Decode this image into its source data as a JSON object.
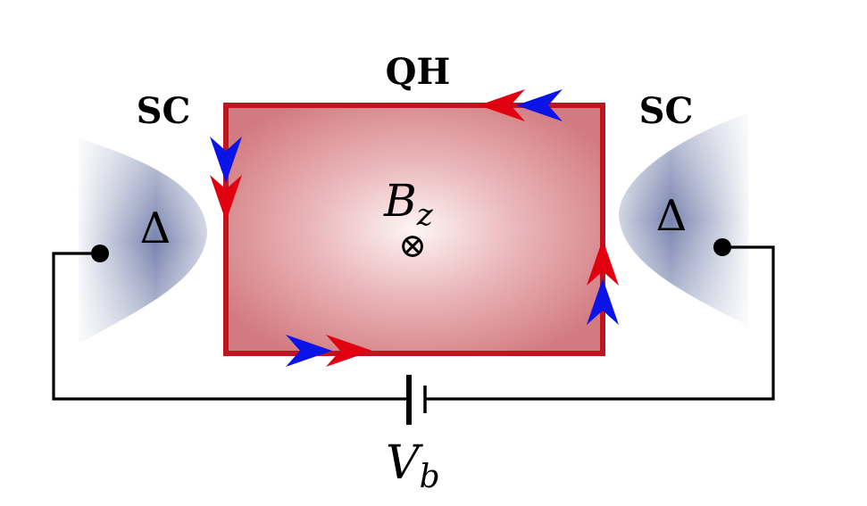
{
  "labels": {
    "qh": "QH",
    "sc_left": "SC",
    "sc_right": "SC",
    "field": "B",
    "field_sub": "z",
    "field_dir": "⊗",
    "gap_left": "Δ",
    "gap_right": "Δ",
    "voltage": "V",
    "voltage_sub": "b"
  },
  "colors": {
    "qh_border": "#c0141f",
    "qh_fill_center": "#fbeeee",
    "qh_fill_edge": "#d27a7f",
    "sc_fill": "#4a5a92",
    "edge_state_red": "#e0000f",
    "edge_state_blue": "#0a14e6",
    "wire": "#000000"
  },
  "icons": {
    "field_direction": "circled-times-icon",
    "battery": "battery-icon",
    "terminal": "dot-terminal-icon",
    "arrow": "arrowhead-icon"
  }
}
